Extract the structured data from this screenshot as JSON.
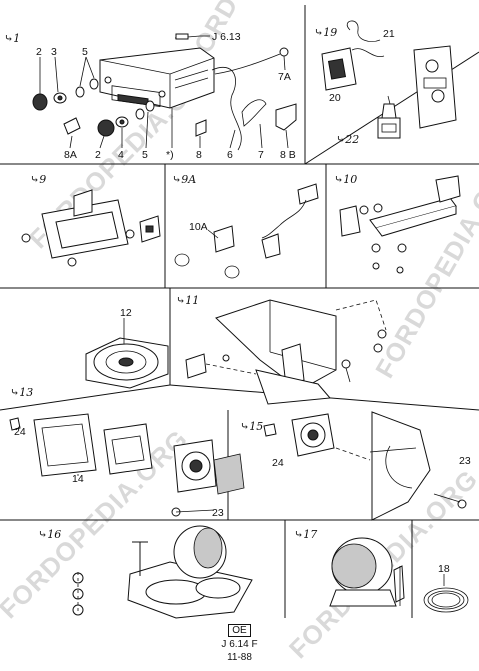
{
  "watermark": "FORDOPEDIA.ORG",
  "groups": {
    "g1": "⤷1",
    "g19": "⤷19",
    "g22": "⤷22",
    "g9": "⤷9",
    "g9a": "⤷9A",
    "g10": "⤷10",
    "g11": "⤷11",
    "g13": "⤷13",
    "g15": "⤷15",
    "g16": "⤷16",
    "g17": "⤷17"
  },
  "callouts": {
    "c2a": "2",
    "c3": "3",
    "c5a": "5",
    "cJ": "J 6.13",
    "c7A": "7A",
    "c8A": "8A",
    "c2b": "2",
    "c4": "4",
    "c5b": "5",
    "cStar": "*)",
    "c8": "8",
    "c6": "6",
    "c7": "7",
    "c8B": "8 B",
    "c21": "21",
    "c20": "20",
    "c10A": "10A",
    "c12": "12",
    "c14": "14",
    "c24a": "24",
    "c23a": "23",
    "c24b": "24",
    "c23b": "23",
    "c18": "18"
  },
  "footer": {
    "code": "OE",
    "ref": "J  6.14  F",
    "date": "11-88"
  }
}
